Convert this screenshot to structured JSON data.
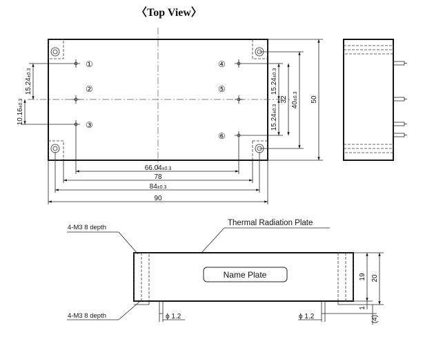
{
  "title": "〈Top View〉",
  "pins": [
    "①",
    "②",
    "③",
    "④",
    "⑤",
    "⑥"
  ],
  "dimensions": {
    "pitch_a": "15.24",
    "pitch_a_tol": "±0.3",
    "pitch_b": "10.16",
    "pitch_b_tol": "±0.3",
    "right_a": "15.24",
    "right_a_tol": "±0.3",
    "right_b": "15.24",
    "right_b_tol": "±0.3",
    "h32": "32",
    "h40": "40",
    "h40_tol": "±0.3",
    "h50": "50",
    "w66": "66.04",
    "w66_tol": "±0.3",
    "w78": "78",
    "w84": "84",
    "w84_tol": "±0.3",
    "w90": "90",
    "side_19": "19",
    "side_20": "20",
    "side_1": "1",
    "side_4": "(4)",
    "dia_left": "ϕ 1.2",
    "dia_right": "ϕ 1.2"
  },
  "labels": {
    "screw_top": "4-M3  8 depth",
    "screw_bottom": "4-M3  8 depth",
    "thermal": "Thermal Radiation Plate",
    "name_plate": "Name Plate"
  }
}
